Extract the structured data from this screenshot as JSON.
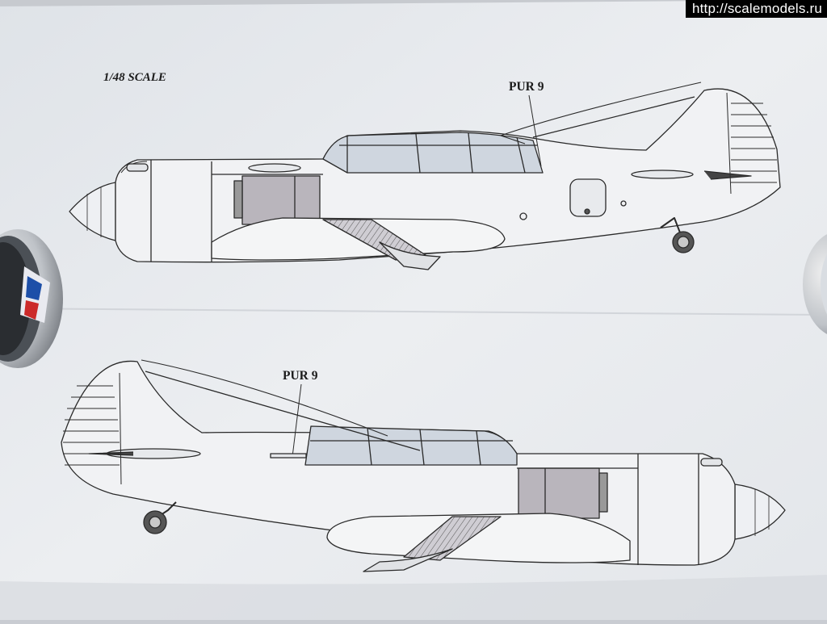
{
  "watermark": "http://scalemodels.ru",
  "sheet": {
    "scale_label": "1/48 SCALE",
    "callouts": [
      "PUR 9",
      "PUR 9"
    ]
  },
  "colors": {
    "paper": "#e8ebee",
    "line": "#2a2a2a",
    "panel_grey": "#b9b5bc",
    "canopy": "#cfd6df"
  }
}
